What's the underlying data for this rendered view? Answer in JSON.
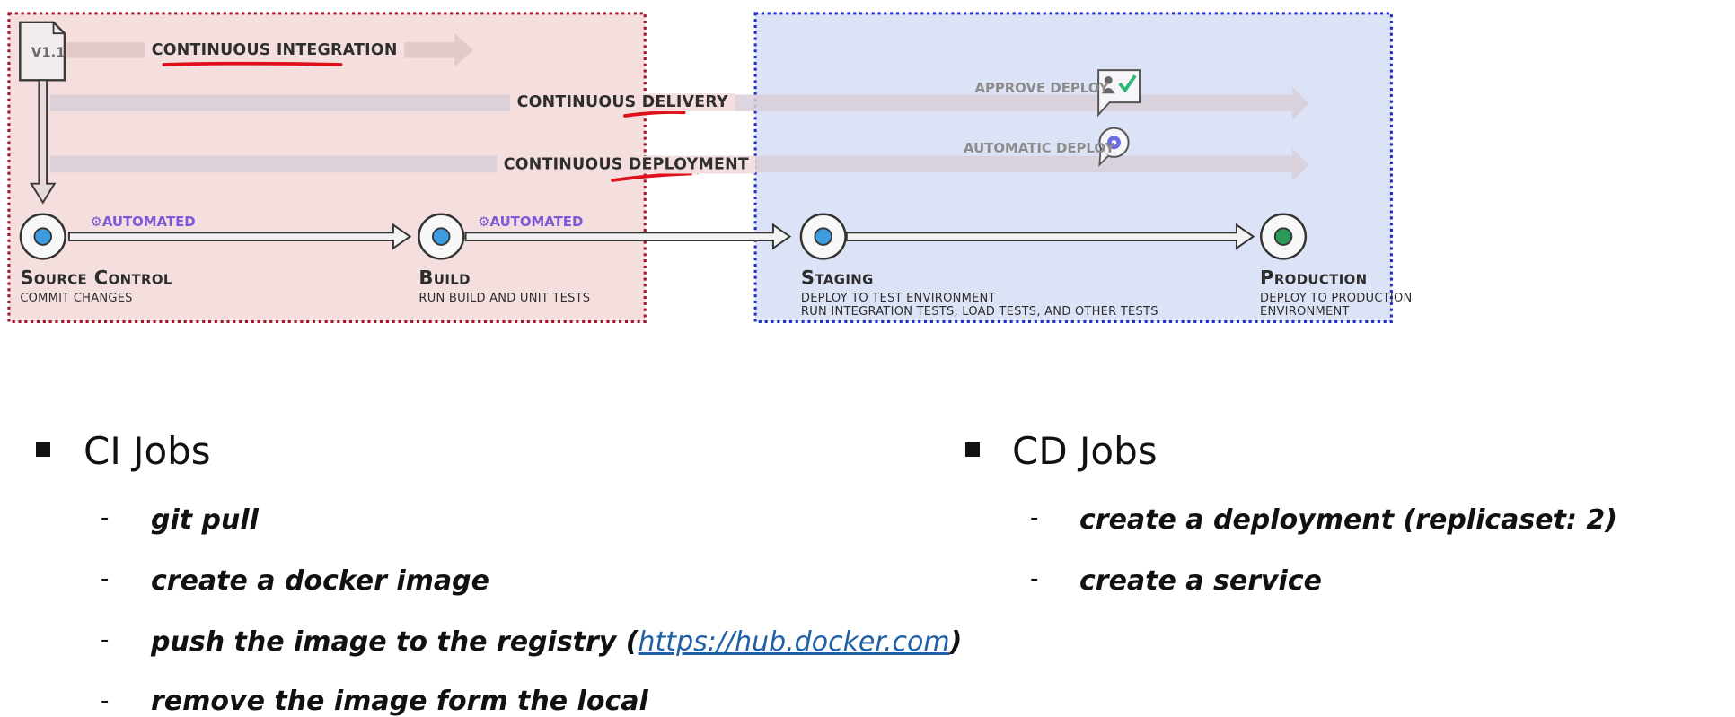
{
  "diagram": {
    "version_tag": "V1.1",
    "pipelines": {
      "ci": "CONTINUOUS INTEGRATION",
      "delivery": "CONTINUOUS DELIVERY",
      "deployment": "CONTINUOUS DEPLOYMENT"
    },
    "gates": {
      "approve": "APPROVE DEPLOY",
      "automatic": "AUTOMATIC DEPLOY"
    },
    "automated_labels": [
      "⚙AUTOMATED",
      "⚙AUTOMATED"
    ],
    "stages": [
      {
        "name": "Source Control",
        "desc": [
          "COMMIT CHANGES"
        ]
      },
      {
        "name": "Build",
        "desc": [
          "RUN BUILD AND UNIT TESTS"
        ]
      },
      {
        "name": "Staging",
        "desc": [
          "DEPLOY TO TEST ENVIRONMENT",
          "RUN INTEGRATION TESTS, LOAD TESTS, AND OTHER TESTS"
        ]
      },
      {
        "name": "Production",
        "desc": [
          "DEPLOY TO PRODUCTION",
          "ENVIRONMENT"
        ]
      }
    ],
    "colors": {
      "ci_region": "#f4dede",
      "ci_border": "#a0152a",
      "cd_region": "#dde3f7",
      "cd_border": "#1f2fc4",
      "node_blue": "#3d9be0",
      "node_green": "#2d9a5a",
      "annotation_red": "#e0101a",
      "automated": "#7a5ad8"
    }
  },
  "ci_jobs": {
    "heading": "CI Jobs",
    "items": [
      "git pull",
      "create a docker image",
      "push the image to the registry (",
      "remove the image form the local"
    ],
    "link": "https://hub.docker.com",
    "link_suffix": ")"
  },
  "cd_jobs": {
    "heading": "CD Jobs",
    "items": [
      "create a deployment (replicaset: 2)",
      "create a service"
    ]
  }
}
